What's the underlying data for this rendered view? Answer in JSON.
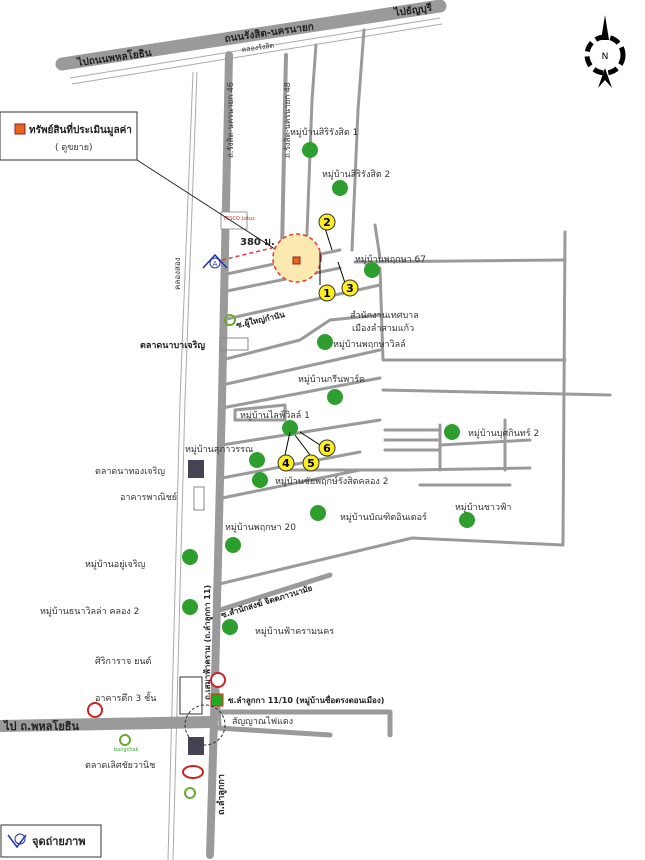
{
  "roads": {
    "to_phahonyothin_top": "ไปถนนพหลโยธิน",
    "rangsit_nakhonnayok": "ถนนรังสิต-นครนายก",
    "to_thanyaburi": "ไปธัญบุรี",
    "khlong_rangsit": "คลองรังสิต",
    "soi_46": "ถ.รังสิต-นครนายก 46",
    "soi_48": "ถ.รังสิต-นครนายก 48",
    "khlong_song": "คลองสอง",
    "soi_phuyai": "ซ.ผู้ใหญ่กำนัน",
    "soi_samnak_song": "ซ.สำนักสงฆ์ จิตตภาวนามัย",
    "soi_lamlukka_11": "ซ.ลำลูกกา 11/10 (หมู่บ้านซื่อตรงดอนเมือง)",
    "main_south": "ถ.เสมาฟ้าคราม (ถ.ลำลูกกา 11)",
    "to_phahonyothin_bottom": "ไป ถ.พหลโยธิน",
    "lamlukka": "ถ.ลำลูกกา"
  },
  "legend": {
    "property": "ทรัพย์สินที่ประเมินมูลค่า",
    "property_sub": "( ดูขยาย)",
    "photo_point": "จุดถ่ายภาพ",
    "distance": "380 ม.",
    "point_a": "A",
    "compass": "N",
    "tesco": "TESCO Lotus"
  },
  "photo_numbers": [
    "1",
    "2",
    "3",
    "4",
    "5",
    "6"
  ],
  "places": {
    "village_siri_1": "หมู่บ้านสิริรังสิต 1",
    "village_siri_2": "หมู่บ้านสิริรังสิต 2",
    "village_pruksa_67": "หมู่บ้านพฤกษา 67",
    "municipal_office_1": "สำนักงานเทศบาล",
    "municipal_office_2": "เมืองลำสามแก้ว",
    "village_pruksa_ville": "หมู่บ้านพฤกษาวิลล์",
    "market_bancharoen": "ตลาดนาบาเจริญ",
    "village_green_park": "หมู่บ้านกรีนพาร์ค",
    "village_ville_1": "หมู่บ้านไลฟ์วิลล์ 1",
    "village_bukkhin_2": "หมู่บ้านบุศกินทร์ 2",
    "village_sap": "หมู่บ้านสุภาวรรณ",
    "market_thong": "ตลาดนาทองเจริญ",
    "village_rangsit_2": "หมู่บ้านชัยพฤกษ์รังสิตคลอง 2",
    "commercial_bldg": "อาคารพาณิชย์",
    "village_bundit": "หมู่บ้านบัณฑิตอินเตอร์",
    "village_chao_fa": "หมู่บ้านชาวฟ้า",
    "village_pruksa_20": "หมู่บ้านพฤกษา 20",
    "village_yu_charoen": "หมู่บ้านอยู่เจริญ",
    "village_thanawit": "หมู่บ้านธนาวิลล่า คลอง 2",
    "village_fa_nakhon": "หมู่บ้านฟ้าครามนคร",
    "garage": "ศิริการาจ ยนต์",
    "bldg_3": "อาคารตึก 3 ชั้น",
    "traffic_light": "สัญญาณไฟแดง",
    "market_lert": "ตลาดเลิศชัยวานิช",
    "bangchak": "bangchak"
  },
  "colors": {
    "road": "#9a9a9a",
    "marker": "#ffee22",
    "tree": "#2e9e2e",
    "property": "#e8641e",
    "photo": "#2233aa"
  }
}
